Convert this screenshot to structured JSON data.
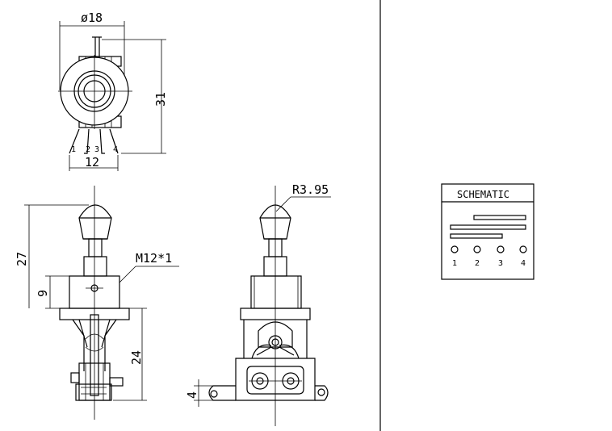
{
  "top_view": {
    "dim_width": "ø18",
    "dim_height": "31",
    "dim_pins": "12",
    "pins": [
      "1",
      "2",
      "3",
      "4"
    ]
  },
  "side_view": {
    "dim_total": "27",
    "dim_thread": "M12*1",
    "dim_bushing": "9",
    "dim_lower": "24"
  },
  "front_view": {
    "dim_radius": "R3.95",
    "dim_lug": "4"
  },
  "schematic": {
    "title": "SCHEMATIC",
    "pins": [
      "1",
      "2",
      "3",
      "4"
    ]
  }
}
